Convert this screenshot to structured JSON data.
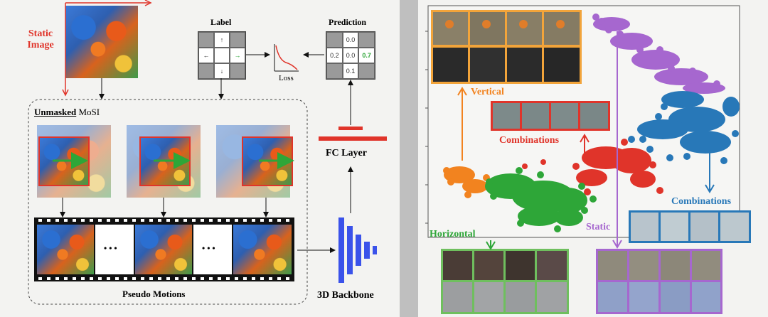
{
  "left": {
    "static_image_label": [
      "Static",
      "Image"
    ],
    "label_title": "Label",
    "prediction_title": "Prediction",
    "loss_label": "Loss",
    "unmasked_word": "Unmasked",
    "mosi_word": " MoSI",
    "fc_layer_label": "FC Layer",
    "pseudo_motions_label": "Pseudo Motions",
    "backbone_label": "3D Backbone",
    "ellipsis": "• • •",
    "prediction_values": [
      "0.0",
      "0.2",
      "0.0",
      "0.7",
      "0.1"
    ]
  },
  "right": {
    "vertical_label": "Vertical",
    "combinations_top_label": "Combinations",
    "combinations_right_label": "Combinations",
    "horizontal_label": "Horizontal",
    "static_label": "Static"
  },
  "colors": {
    "red": "#e0342a",
    "orange": "#f2831f",
    "green": "#2ea638",
    "blue": "#2878b8",
    "purple": "#a667cf",
    "backbone_blue": "#3a52ea"
  }
}
